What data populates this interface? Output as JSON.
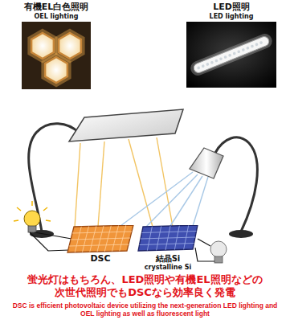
{
  "diagram": {
    "caption": "蛍光灯はもちろん、LED照明や有機EL照明などの 次世代照明でもDSCなら効率良く発電",
    "nodes": [
      {
        "text": [
          "有機EL白色照明",
          "OEL lighting"
        ]
      },
      {
        "text": [
          "LED照明",
          "LED lighting"
        ]
      },
      {
        "text": [
          "DSC"
        ]
      },
      {
        "text": [
          "結晶Si",
          "crystalline Si"
        ]
      }
    ],
    "labels": [
      "DSC is efficient photovoltaic device utilizing the next-generation LED lighting and OEL lighting as well as fluorescent light"
    ]
  }
}
